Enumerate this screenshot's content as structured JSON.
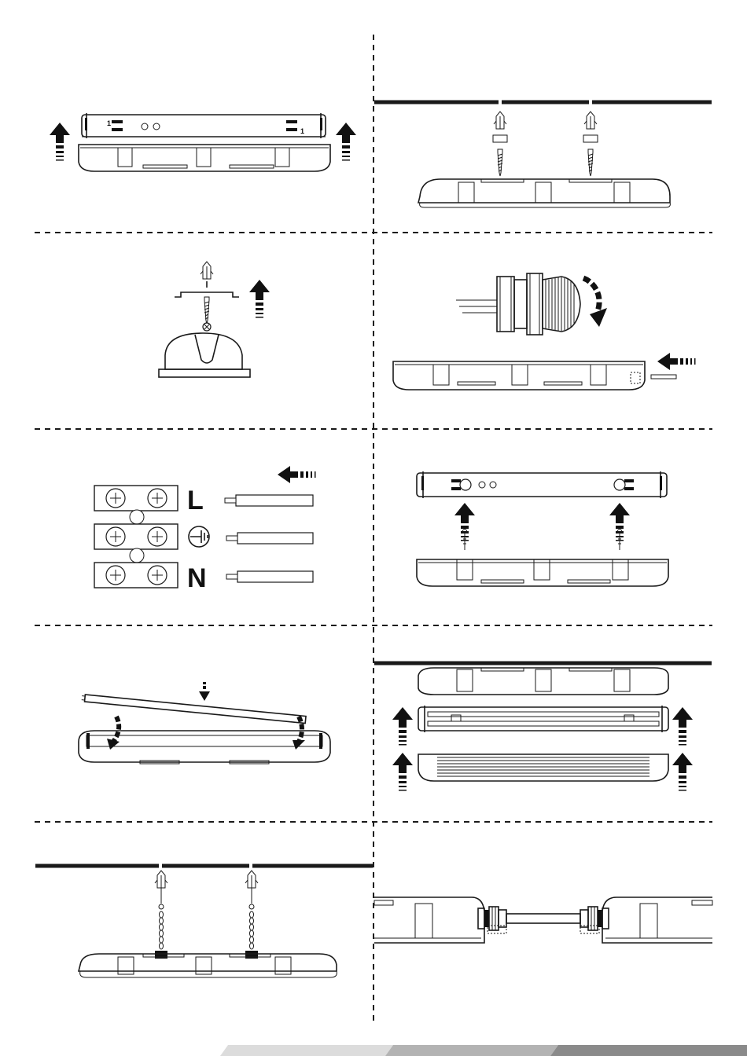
{
  "figure": {
    "panels": [
      {
        "id": 1,
        "content": "remove-diffuser"
      },
      {
        "id": 2,
        "content": "ceiling-screw-mount"
      },
      {
        "id": 3,
        "content": "clip-bracket-mount"
      },
      {
        "id": 4,
        "content": "cable-gland-insert"
      },
      {
        "id": 5,
        "content": "terminal-block-wiring"
      },
      {
        "id": 6,
        "content": "mount-body-to-hooks"
      },
      {
        "id": 7,
        "content": "insert-tube"
      },
      {
        "id": 8,
        "content": "close-housing"
      },
      {
        "id": 9,
        "content": "chain-suspension"
      },
      {
        "id": 10,
        "content": "link-two-fixtures"
      }
    ],
    "terminal_markings": {
      "row_1": "L",
      "row_2": "ground-symbol",
      "row_3": "N",
      "contact_label": "1"
    },
    "icons": [
      "up-arrow-icon",
      "left-arrow-icon",
      "down-arrow-icon",
      "rotate-arrow-icon",
      "screw-icon",
      "wall-plug-icon",
      "ground-symbol-icon"
    ],
    "colors": {
      "ink": "#111111",
      "paper": "#ffffff",
      "footer_band_light": "#dcdcdc",
      "footer_band_mid": "#b3b3b3",
      "footer_band_dark": "#8a8a8a"
    }
  }
}
